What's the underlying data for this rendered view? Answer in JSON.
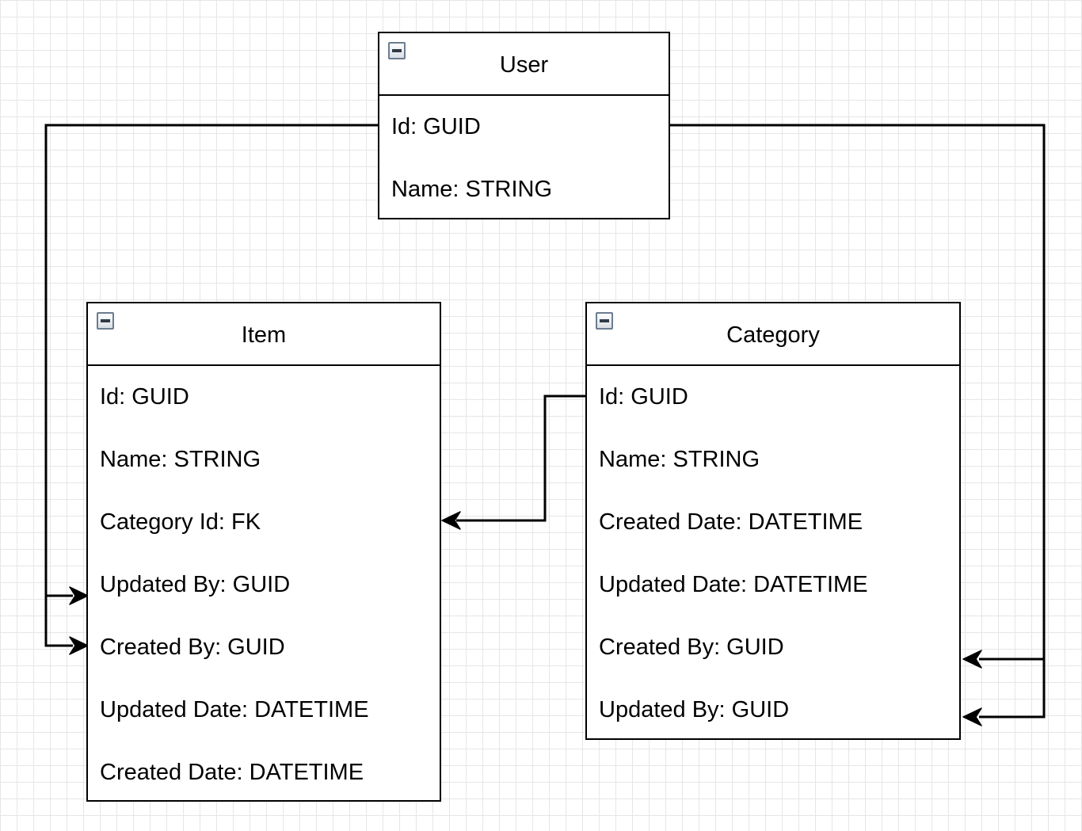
{
  "entities": {
    "user": {
      "title": "User",
      "fields": [
        "Id: GUID",
        "Name: STRING"
      ]
    },
    "item": {
      "title": "Item",
      "fields": [
        "Id: GUID",
        "Name: STRING",
        "Category Id: FK",
        "Updated By: GUID",
        "Created By: GUID",
        "Updated Date: DATETIME",
        "Created Date: DATETIME"
      ]
    },
    "category": {
      "title": "Category",
      "fields": [
        "Id: GUID",
        "Name: STRING",
        "Created Date: DATETIME",
        "Updated Date: DATETIME",
        "Created By: GUID",
        "Updated By: GUID"
      ]
    }
  },
  "relations": [
    {
      "from": "User.Id",
      "to": "Item.Updated By"
    },
    {
      "from": "User.Id",
      "to": "Item.Created By"
    },
    {
      "from": "User.Id",
      "to": "Category.Created By"
    },
    {
      "from": "User.Id",
      "to": "Category.Updated By"
    },
    {
      "from": "Category.Id",
      "to": "Item.Category Id"
    }
  ],
  "colors": {
    "line": "#000000",
    "background": "#ffffff",
    "grid": "#e6e6e6",
    "icon_border": "#6b7c8f"
  },
  "icons": {
    "collapse": "minus-square-icon",
    "arrowhead": "arrow-right-icon"
  }
}
